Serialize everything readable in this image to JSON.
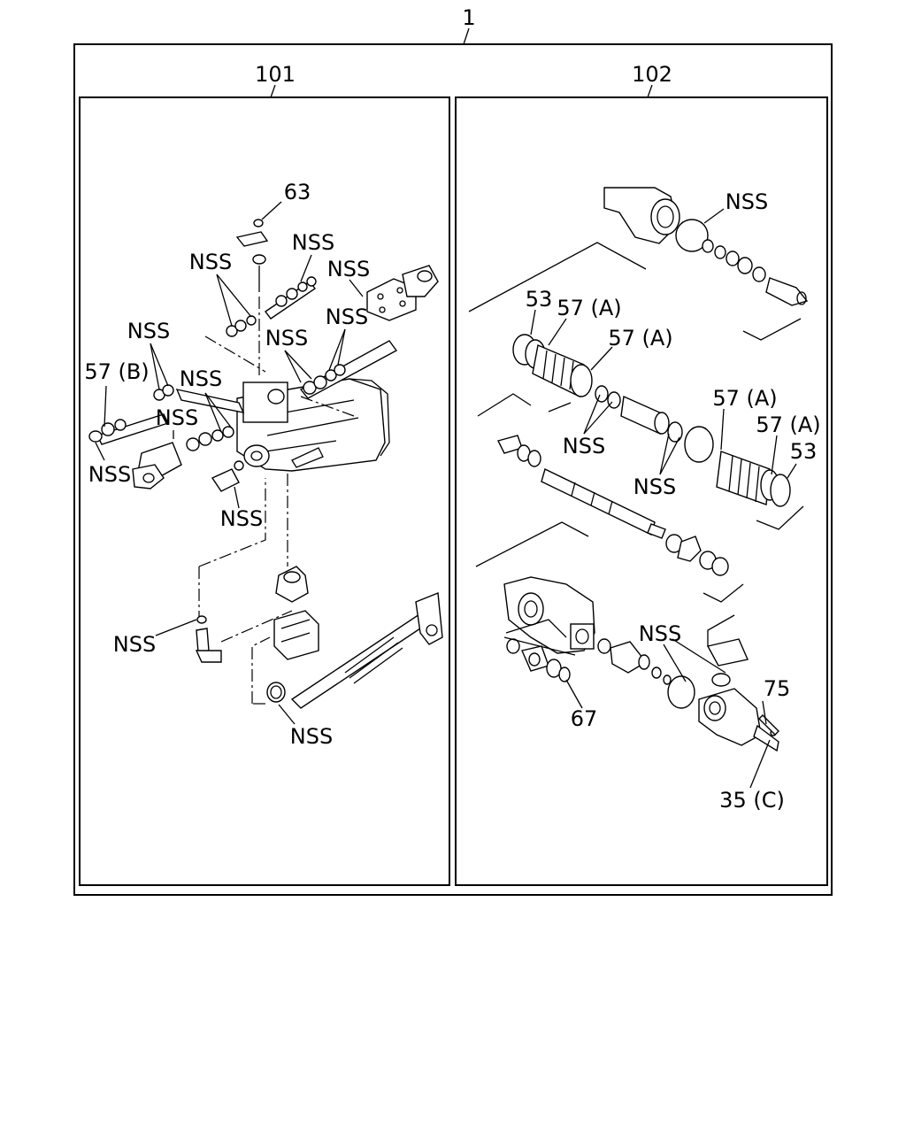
{
  "assembly": {
    "number": "1"
  },
  "panels": [
    {
      "number": "101"
    },
    {
      "number": "102"
    }
  ],
  "callouts": {
    "left": {
      "c63": "63",
      "nss_a": "NSS",
      "nss_b": "NSS",
      "nss_c": "NSS",
      "nss_d": "NSS",
      "nss_e": "NSS",
      "nss_f": "NSS",
      "nss_g": "NSS",
      "nss_h": "NSS",
      "nss_i": "NSS",
      "nss_j": "NSS",
      "nss_k": "NSS",
      "nss_l": "NSS",
      "c57b": "57 (B)"
    },
    "right": {
      "nss_top": "NSS",
      "c53_a": "53",
      "c57a_1": "57 (A)",
      "c57a_2": "57 (A)",
      "nss_m": "NSS",
      "nss_n": "NSS",
      "c57a_3": "57 (A)",
      "c57a_4": "57 (A)",
      "c53_b": "53",
      "nss_o": "NSS",
      "c67": "67",
      "c75": "75",
      "c35c": "35 (C)"
    }
  }
}
